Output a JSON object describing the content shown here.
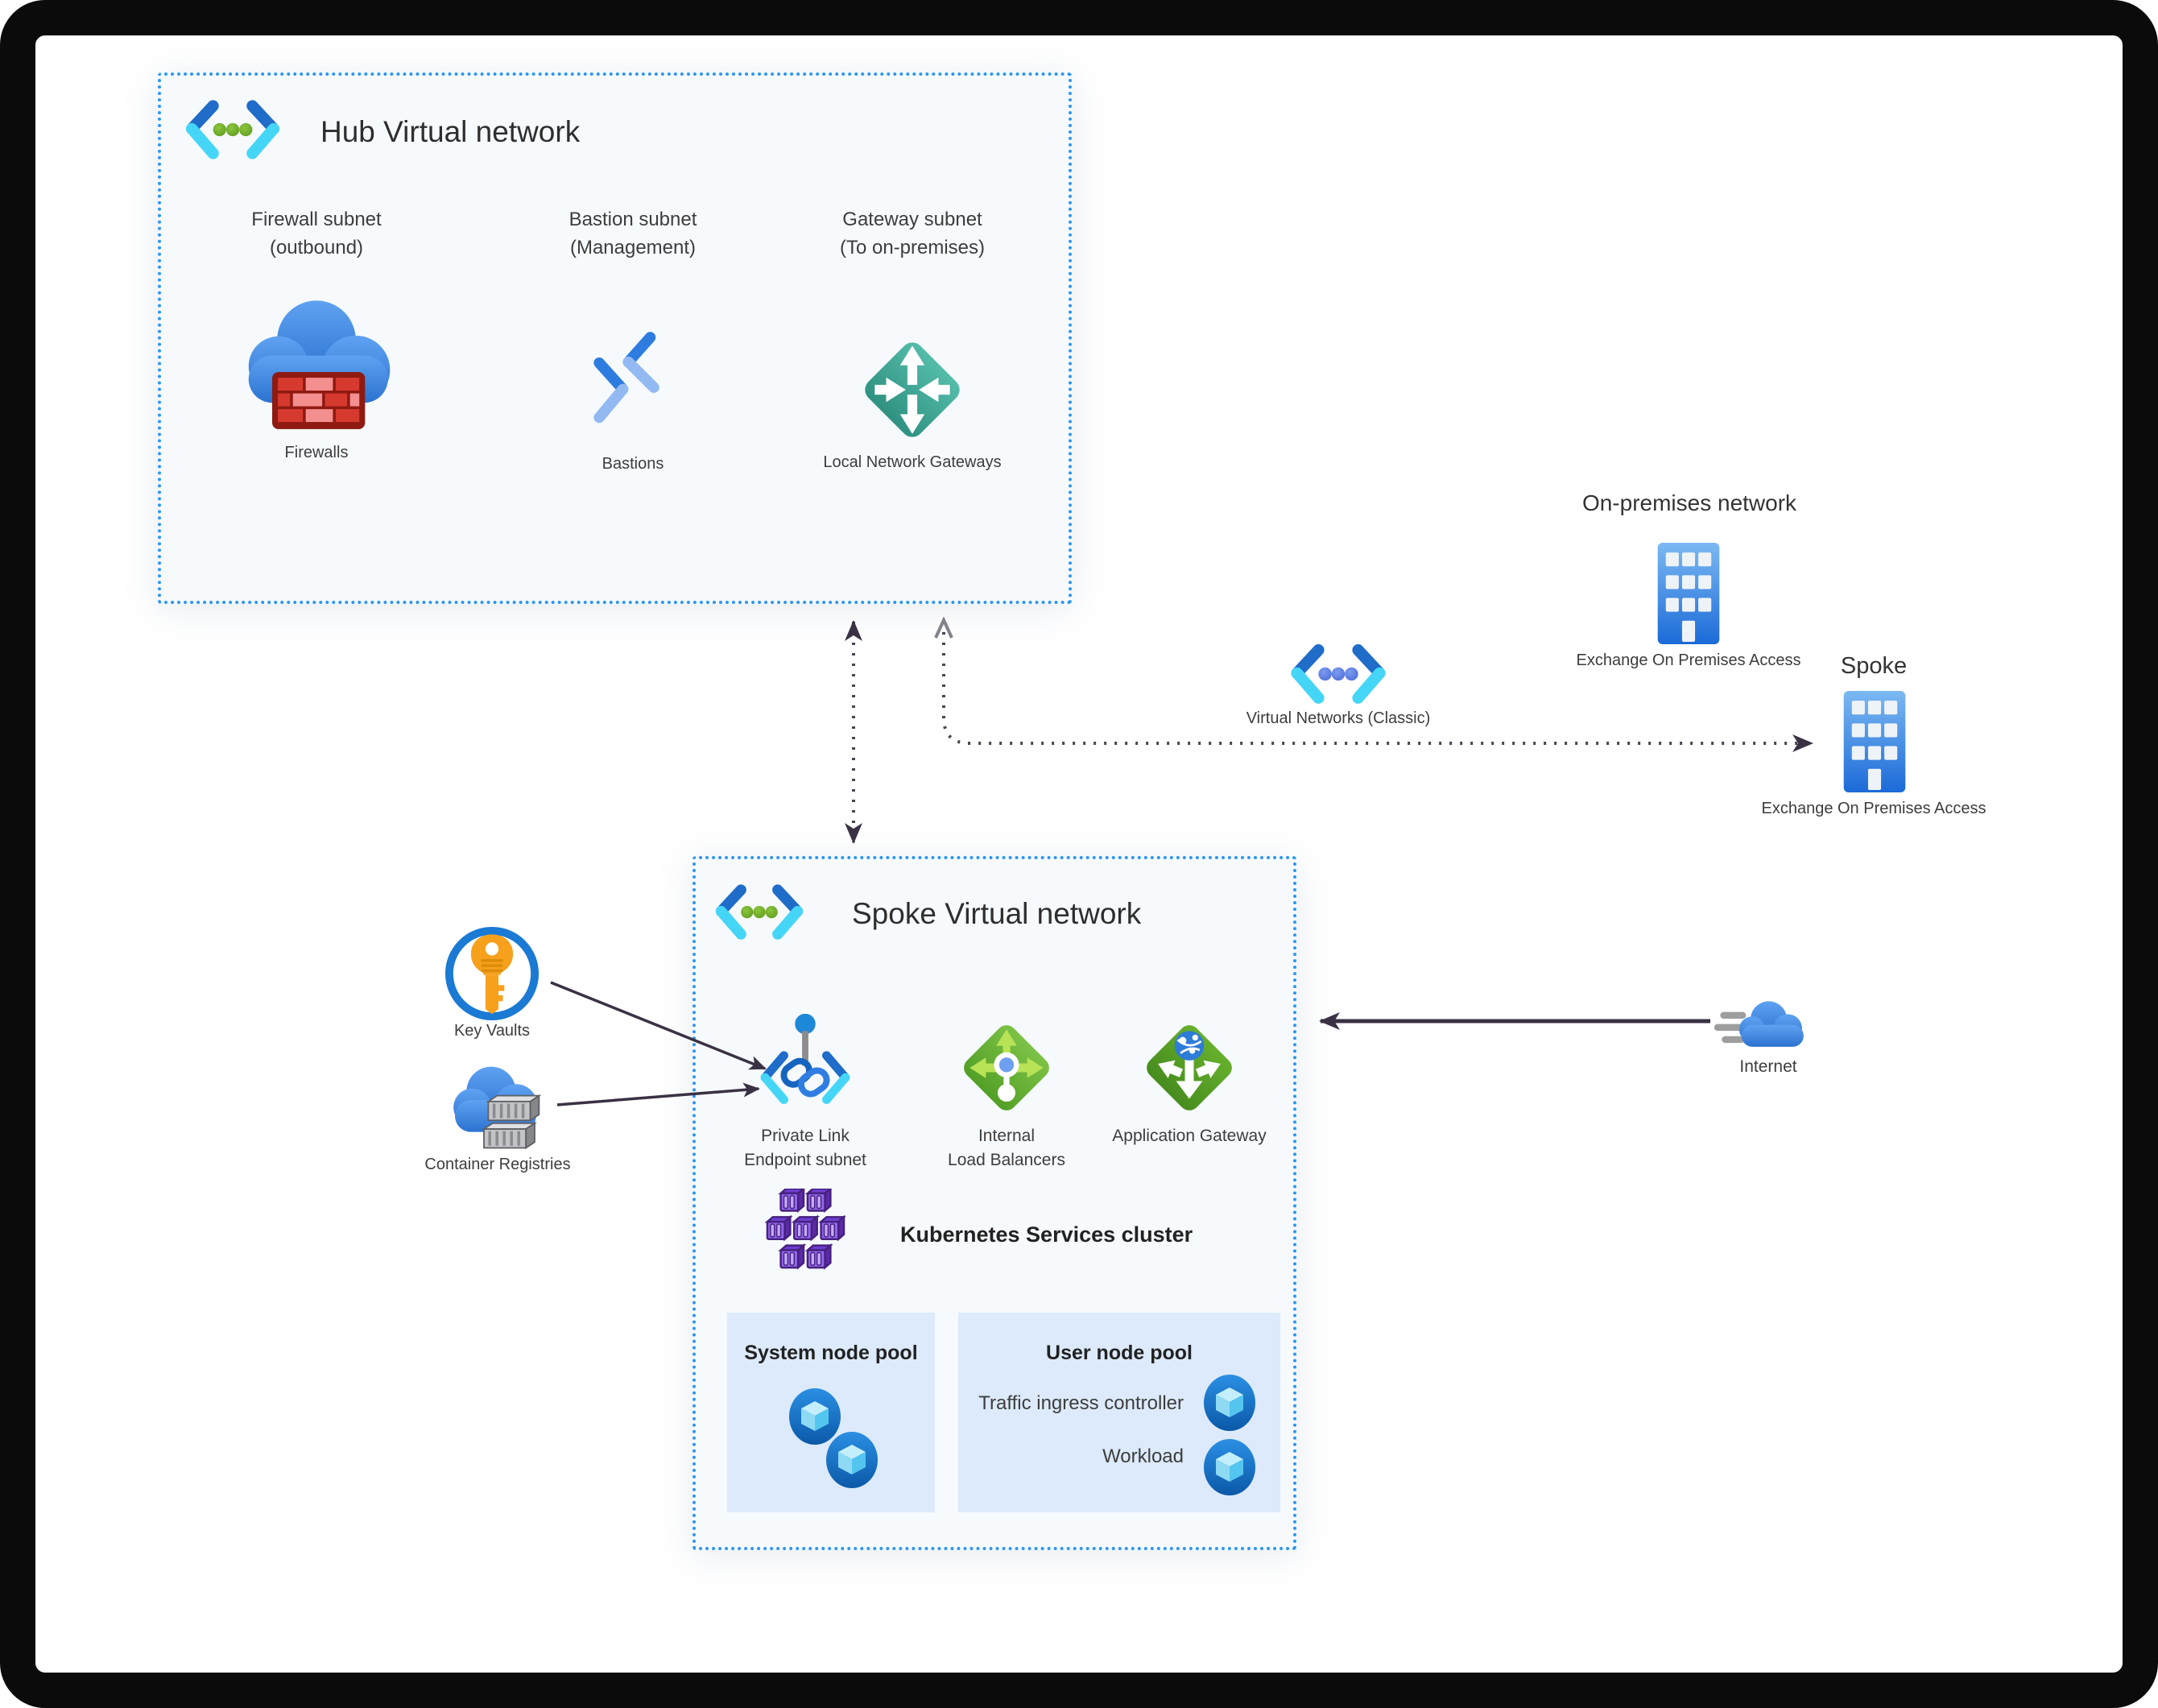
{
  "hub": {
    "title": "Hub Virtual network",
    "subnets": {
      "firewall": {
        "line1": "Firewall subnet",
        "line2": "(outbound)",
        "label": "Firewalls"
      },
      "bastion": {
        "line1": "Bastion subnet",
        "line2": "(Management)",
        "label": "Bastions"
      },
      "gateway": {
        "line1": "Gateway subnet",
        "line2": "(To on-premises)",
        "label": "Local Network Gateways"
      }
    }
  },
  "onprem": {
    "title": "On-premises network",
    "building_label": "Exchange On Premises Access"
  },
  "spoke_site": {
    "title": "Spoke",
    "building_label": "Exchange On Premises Access"
  },
  "classic": {
    "label": "Virtual Networks (Classic)"
  },
  "spoke": {
    "title": "Spoke Virtual network",
    "private_link": {
      "line1": "Private Link",
      "line2": "Endpoint subnet"
    },
    "ilb": {
      "line1": "Internal",
      "line2": "Load Balancers"
    },
    "appgw": {
      "label": "Application Gateway"
    },
    "k8s": {
      "label": "Kubernetes Services cluster"
    },
    "system_pool": {
      "title": "System node pool"
    },
    "user_pool": {
      "title": "User node pool",
      "ingress": "Traffic ingress controller",
      "workload": "Workload"
    }
  },
  "external": {
    "key_vaults": "Key Vaults",
    "container_registries": "Container Registries",
    "internet": "Internet"
  },
  "colors": {
    "border_blue": "#2e96f0",
    "box_fill": "#f6fafd",
    "pool_fill": "#dceafb",
    "arrow_dark": "#3a3144",
    "gateway_teal": "#3fa38f",
    "lb_green": "#6ab42e",
    "k8s_purple": "#8a57e8",
    "firewall_red": "#d63a2e",
    "keyvault_orange": "#f7a01b"
  }
}
